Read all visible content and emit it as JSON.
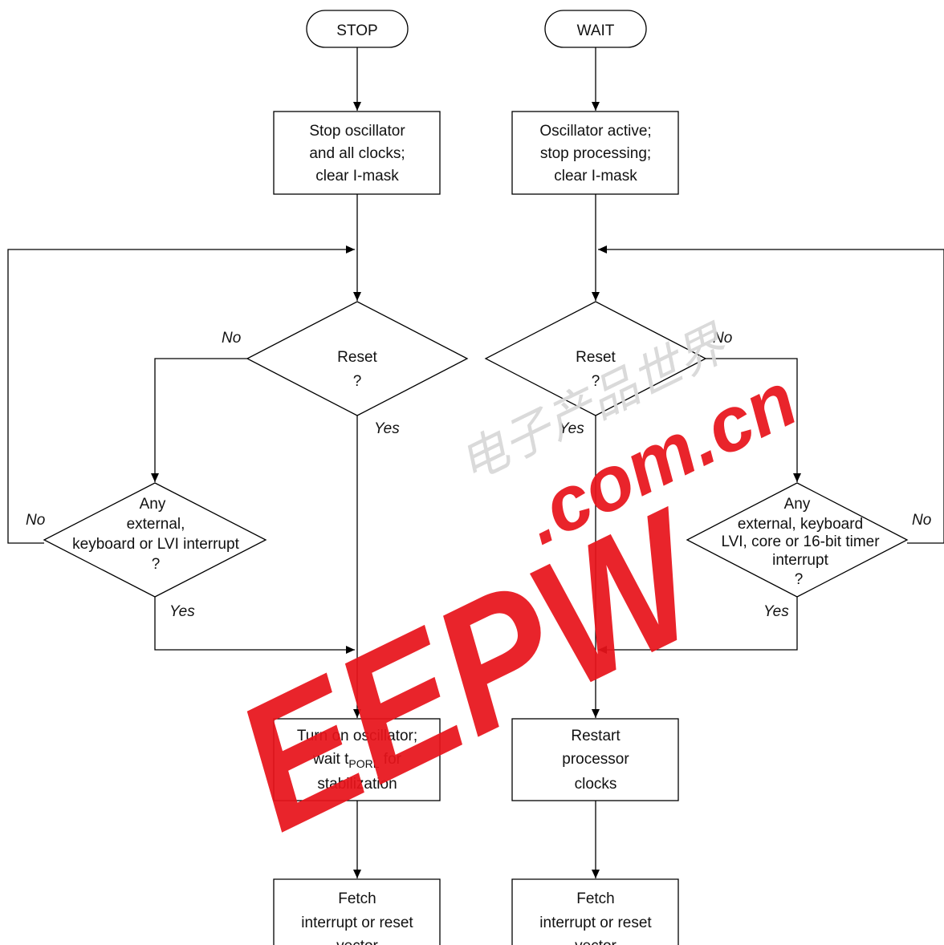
{
  "stop_flow": {
    "start": "STOP",
    "step1": [
      "Stop oscillator",
      "and all clocks;",
      "clear I-mask"
    ],
    "reset_decision": [
      "Reset",
      "?"
    ],
    "interrupt_decision": [
      "Any",
      "external,",
      "keyboard or LVI interrupt",
      "?"
    ],
    "step2": {
      "line1": "Turn on oscillator;",
      "line2_prefix": "wait t",
      "line2_sub": "PORL",
      "line2_suffix": " for",
      "line3": "stabilization"
    },
    "step3": [
      "Fetch",
      "interrupt or reset",
      "vector"
    ]
  },
  "wait_flow": {
    "start": "WAIT",
    "step1": [
      "Oscillator active;",
      "stop processing;",
      "clear I-mask"
    ],
    "reset_decision": [
      "Reset",
      "?"
    ],
    "interrupt_decision": [
      "Any",
      "external, keyboard",
      "LVI, core or 16-bit timer",
      "interrupt",
      "?"
    ],
    "step2": [
      "Restart",
      "processor",
      "clocks"
    ],
    "step3": [
      "Fetch",
      "interrupt or reset",
      "vector"
    ]
  },
  "branch_labels": {
    "no": "No",
    "yes": "Yes"
  },
  "watermark": {
    "brand": "EEPW",
    "domain": ".com.cn",
    "chinese": "电子产品世界",
    "color": "#e8141b"
  }
}
